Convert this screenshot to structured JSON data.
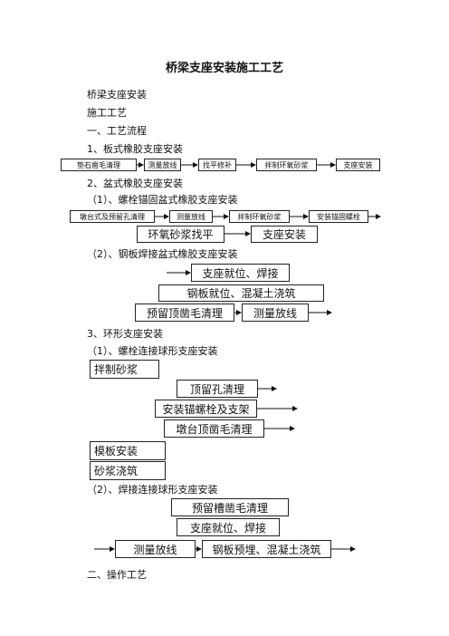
{
  "doc": {
    "title": "桥梁支座安装施工工艺",
    "lines": {
      "intro1": "桥梁支座安装",
      "intro2": "施工工艺",
      "sec1": "一、工艺流程",
      "s1": "1、板式橡胶支座安装",
      "s2": "2、盆式橡胶支座安装",
      "s2_1": "（1）、螺栓锚固盆式橡胶支座安装",
      "s2_2": "（2）、钢板焊接盆式橡胶支座安装",
      "s3": "3、环形支座安装",
      "s3_1": "（1）、螺栓连接球形支座安装",
      "s3_2": "（2）、焊接连接球形支座安装",
      "sec2": "二、操作工艺"
    }
  },
  "flows": {
    "f1": [
      "垫石凿毛清理",
      "测量放线",
      "找平修补",
      "拌制环氧砂浆",
      "支座安装"
    ],
    "f2a": [
      "墩台式及预留孔清理",
      "测量放线",
      "拌制环氧砂浆",
      "安装锚固螺栓"
    ],
    "f2b": [
      "环氧砂浆找平",
      "支座安装"
    ],
    "f3": [
      "支座就位、焊接",
      "钢板就位、混凝土浇筑",
      "预留顶凿毛清理",
      "测量放线"
    ],
    "f4": [
      "拌制砂浆",
      "顶留孔清理",
      "安装锚螺栓及支架",
      "墩台顶凿毛清理",
      "模板安装",
      "砂浆浇筑"
    ],
    "f5": [
      "预留槽凿毛清理",
      "支座就位、焊接",
      "测量放线",
      "钢板预埋、混凝土浇筑"
    ]
  }
}
